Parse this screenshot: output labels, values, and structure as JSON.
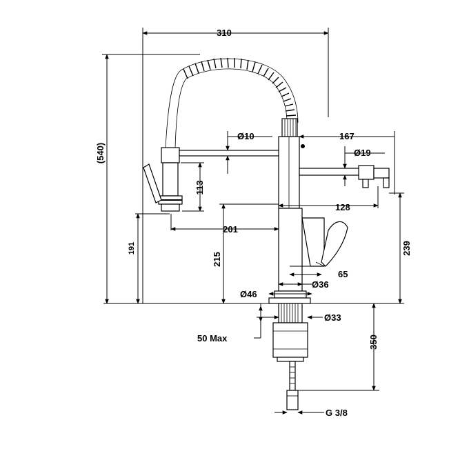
{
  "dimensions": {
    "width_total": "310",
    "height_total": "(540)",
    "hose_diameter": "Ø10",
    "reach": "167",
    "spray_diameter": "Ø19",
    "spray_length": "113",
    "spout_offset": "201",
    "handle_offset": "128",
    "height_spray": "191",
    "height_spout": "215",
    "height_side": "239",
    "lever_offset": "65",
    "body_diameter": "Ø36",
    "base_diameter": "Ø46",
    "shank_diameter": "Ø33",
    "max_deck": "50 Max",
    "hose_length": "350",
    "thread": "G 3/8"
  }
}
